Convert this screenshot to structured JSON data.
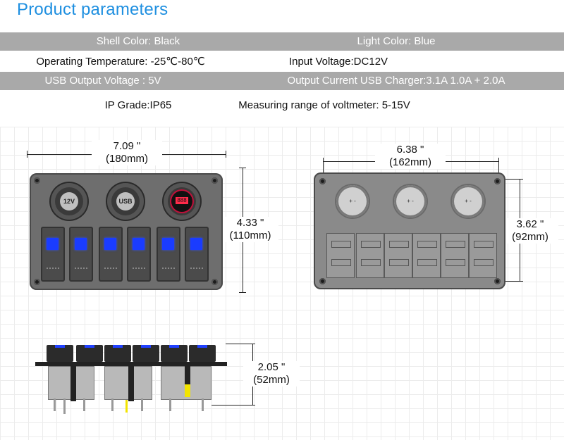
{
  "title": "Product parameters",
  "params": [
    [
      "Shell Color: Black",
      "Light Color: Blue"
    ],
    [
      "Operating Temperature: -25℃-80℃",
      "Input Voltage:DC12V"
    ],
    [
      "USB Output Voltage : 5V",
      "Output Current USB Charger:3.1A 1.0A + 2.0A"
    ],
    [
      "IP Grade:IP65",
      "Measuring range of voltmeter: 5-15V"
    ]
  ],
  "dims": {
    "front_width_in": "7.09 \"",
    "front_width_mm": "(180mm)",
    "front_height_in": "4.33 \"",
    "front_height_mm": "(110mm)",
    "back_width_in": "6.38 \"",
    "back_width_mm": "(162mm)",
    "back_height_in": "3.62 \"",
    "back_height_mm": "(92mm)",
    "depth_in": "2.05 \"",
    "depth_mm": "(52mm)"
  },
  "front_panel": {
    "socket_label": "12V",
    "usb_label": "USB",
    "volt_label": "888",
    "switch_count": 6,
    "led_color": "#1a3cff"
  },
  "colors": {
    "title": "#1e8fe0",
    "row_gray": "#a9a9a9",
    "panel": "#6e6e6e"
  }
}
